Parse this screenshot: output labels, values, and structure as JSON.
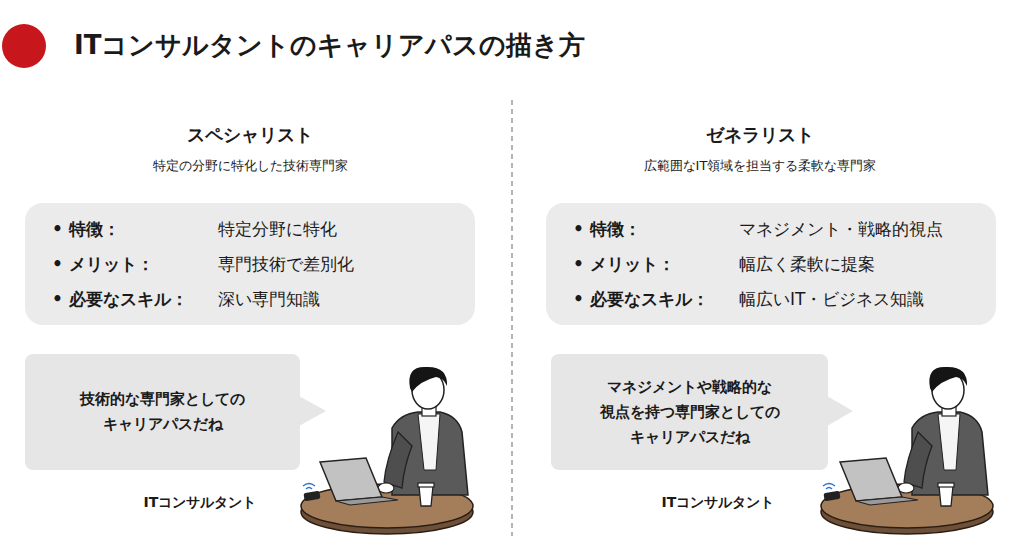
{
  "diagram": {
    "title": "ITコンサルタントのキャリアパスの描き方",
    "nodes": [
      {
        "text": [
          "• 特徴：",
          "特定分野に特化",
          "• メリット：",
          "専門技術で差別化",
          "• 必要なスキル：",
          "深い専門知識"
        ]
      },
      {
        "text": [
          "技術的な専門家としての キャリアパスだね"
        ]
      },
      {
        "text": [
          "• 特徴：",
          "マネジメント・戦略的視点",
          "• メリット：",
          "幅広く柔軟に提案",
          "• 必要なスキル：",
          "幅広いIT・ビジネス知識"
        ]
      },
      {
        "text": [
          "マネジメントや戦略的な 視点を持つ専門家としての キャリアパスだね"
        ]
      }
    ],
    "labels": [
      "スペシャリスト",
      "特定の分野に特化した技術専門家",
      "ITコンサルタント",
      "ゼネラリスト",
      "広範囲なIT領域を担当する柔軟な専門家",
      "ITコンサルタント"
    ]
  }
}
